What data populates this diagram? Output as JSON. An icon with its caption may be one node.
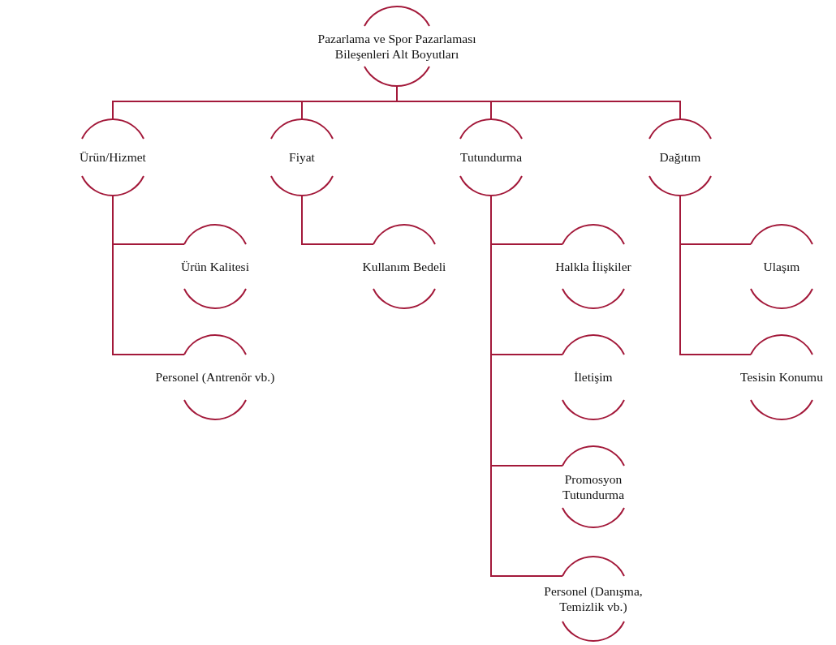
{
  "diagram": {
    "nodes": [
      {
        "text": [
          "Pazarlama ve Spor Pazarlaması Bileşenleri Alt Boyutları"
        ]
      },
      {
        "text": [
          "Ürün/Hizmet"
        ]
      },
      {
        "text": [
          "Fiyat"
        ]
      },
      {
        "text": [
          "Tutundurma"
        ]
      },
      {
        "text": [
          "Dağıtım"
        ]
      },
      {
        "text": [
          "Ürün Kalitesi"
        ]
      },
      {
        "text": [
          "Personel (Antrenör vb.)"
        ]
      },
      {
        "text": [
          "Kullanım Bedeli"
        ]
      },
      {
        "text": [
          "Halkla İlişkiler"
        ]
      },
      {
        "text": [
          "İletişim"
        ]
      },
      {
        "text": [
          "Promosyon Tutundurma"
        ]
      },
      {
        "text": [
          "Personel (Danışma, Temizlik vb.)"
        ]
      },
      {
        "text": [
          "Ulaşım"
        ]
      },
      {
        "text": [
          "Tesisin Konumu"
        ]
      }
    ],
    "edges": [
      {
        "from": 0,
        "to": 1,
        "arrow": "none"
      },
      {
        "from": 0,
        "to": 2,
        "arrow": "none"
      },
      {
        "from": 0,
        "to": 3,
        "arrow": "none"
      },
      {
        "from": 0,
        "to": 4,
        "arrow": "none"
      },
      {
        "from": 1,
        "to": 5,
        "arrow": "none"
      },
      {
        "from": 1,
        "to": 6,
        "arrow": "none"
      },
      {
        "from": 2,
        "to": 7,
        "arrow": "none"
      },
      {
        "from": 3,
        "to": 8,
        "arrow": "none"
      },
      {
        "from": 3,
        "to": 9,
        "arrow": "none"
      },
      {
        "from": 3,
        "to": 10,
        "arrow": "none"
      },
      {
        "from": 3,
        "to": 11,
        "arrow": "none"
      },
      {
        "from": 4,
        "to": 12,
        "arrow": "none"
      },
      {
        "from": 4,
        "to": 13,
        "arrow": "none"
      }
    ]
  }
}
